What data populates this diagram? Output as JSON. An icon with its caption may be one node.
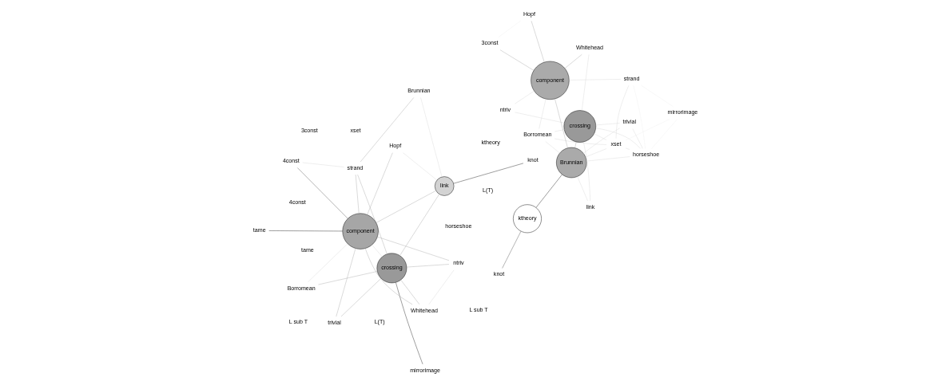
{
  "diagram": {
    "nodes": [
      {
        "text": [
          "L sub T"
        ]
      },
      {
        "text": [
          "ktheory"
        ]
      },
      {
        "text": [
          "4const"
        ]
      },
      {
        "text": [
          "strand"
        ]
      },
      {
        "text": [
          "trivial"
        ]
      },
      {
        "text": [
          "Borromean"
        ]
      },
      {
        "text": [
          "horseshoe"
        ]
      },
      {
        "text": [
          "Brunnian"
        ]
      },
      {
        "text": [
          "mirrorimage"
        ]
      },
      {
        "text": [
          "crossing"
        ]
      },
      {
        "text": [
          "component"
        ]
      },
      {
        "text": [
          "tame"
        ]
      },
      {
        "text": [
          "Whitehead"
        ]
      },
      {
        "text": [
          "Hopf"
        ]
      },
      {
        "text": [
          "link"
        ]
      },
      {
        "text": [
          "L(T)"
        ]
      },
      {
        "text": [
          "ntriv"
        ]
      },
      {
        "text": [
          "knot"
        ]
      },
      {
        "text": [
          "xset"
        ]
      },
      {
        "text": [
          "3const"
        ]
      },
      {
        "text": [
          "Borromean"
        ]
      },
      {
        "text": [
          "horseshoe"
        ]
      },
      {
        "text": [
          "ntriv"
        ]
      },
      {
        "text": [
          "trivial"
        ]
      },
      {
        "text": [
          "xset"
        ]
      },
      {
        "text": [
          "Brunnian"
        ]
      },
      {
        "text": [
          "ktheory"
        ]
      },
      {
        "text": [
          "strand"
        ]
      },
      {
        "text": [
          "crossing"
        ]
      },
      {
        "text": [
          "knot"
        ]
      },
      {
        "text": [
          "link"
        ]
      },
      {
        "text": [
          "component"
        ]
      },
      {
        "text": [
          "mirrorimage"
        ]
      },
      {
        "text": [
          "Whitehead"
        ]
      },
      {
        "text": [
          "3const"
        ]
      },
      {
        "text": [
          "Hopf"
        ]
      },
      {
        "text": [
          "4const"
        ]
      },
      {
        "text": [
          "tame"
        ]
      },
      {
        "text": [
          "L sub T"
        ]
      },
      {
        "text": [
          "L(T)"
        ]
      }
    ],
    "edges": [
      {
        "from": 8,
        "to": 9,
        "arrow": "none",
        "color": "#222222"
      },
      {
        "from": 10,
        "to": 11,
        "arrow": "none",
        "color": "#222222"
      },
      {
        "from": 14,
        "to": 17,
        "arrow": "none",
        "color": "#222222"
      },
      {
        "from": 10,
        "to": 14,
        "arrow": "none"
      },
      {
        "from": 10,
        "to": 13,
        "arrow": "none"
      },
      {
        "from": 14,
        "to": 13,
        "arrow": "none",
        "color": "#d9d9d9"
      },
      {
        "from": 9,
        "to": 14,
        "arrow": "none"
      },
      {
        "from": 9,
        "to": 10,
        "arrow": "none",
        "color": "#d9d9d9"
      },
      {
        "from": 9,
        "to": 12,
        "arrow": "none"
      },
      {
        "from": 9,
        "to": 16,
        "arrow": "none"
      },
      {
        "from": 9,
        "to": 4,
        "arrow": "none"
      },
      {
        "from": 4,
        "to": 10,
        "arrow": "none"
      },
      {
        "from": 3,
        "to": 2,
        "arrow": "none",
        "color": "#d9d9d9"
      },
      {
        "from": 3,
        "to": 7,
        "arrow": "none"
      },
      {
        "from": 3,
        "to": 10,
        "arrow": "none"
      },
      {
        "from": 3,
        "to": 9,
        "arrow": "none"
      },
      {
        "from": 10,
        "to": 2,
        "arrow": "none",
        "color": "#555555"
      },
      {
        "from": 5,
        "to": 9,
        "arrow": "none"
      },
      {
        "from": 5,
        "to": 10,
        "arrow": "none",
        "color": "#d9d9d9"
      },
      {
        "from": 12,
        "to": 10,
        "arrow": "none"
      },
      {
        "from": 12,
        "to": 16,
        "arrow": "none",
        "color": "#d9d9d9"
      },
      {
        "from": 16,
        "to": 10,
        "arrow": "none"
      },
      {
        "from": 7,
        "to": 14,
        "arrow": "none",
        "color": "#d9d9d9"
      },
      {
        "from": 25,
        "to": 26,
        "arrow": "none",
        "color": "#222222"
      },
      {
        "from": 26,
        "to": 29,
        "arrow": "none",
        "color": "#555555"
      },
      {
        "from": 31,
        "to": 34,
        "arrow": "none"
      },
      {
        "from": 31,
        "to": 35,
        "arrow": "none"
      },
      {
        "from": 31,
        "to": 33,
        "arrow": "none"
      },
      {
        "from": 28,
        "to": 33,
        "arrow": "none",
        "color": "#d9d9d9"
      },
      {
        "from": 34,
        "to": 35,
        "arrow": "none",
        "color": "#eeeeee"
      },
      {
        "from": 25,
        "to": 28,
        "arrow": "none"
      },
      {
        "from": 25,
        "to": 31,
        "arrow": "none"
      },
      {
        "from": 25,
        "to": 30,
        "arrow": "none",
        "color": "#d9d9d9"
      },
      {
        "from": 21,
        "to": 24,
        "arrow": "none",
        "color": "#d9d9d9"
      },
      {
        "from": 21,
        "to": 27,
        "arrow": "none",
        "color": "#eeeeee"
      },
      {
        "from": 21,
        "to": 28,
        "arrow": "none",
        "color": "#d9d9d9"
      },
      {
        "from": 21,
        "to": 25,
        "arrow": "none",
        "color": "#d9d9d9"
      },
      {
        "from": 21,
        "to": 23,
        "arrow": "none",
        "color": "#d9d9d9"
      },
      {
        "from": 21,
        "to": 32,
        "arrow": "none",
        "color": "#eeeeee"
      },
      {
        "from": 20,
        "to": 28,
        "arrow": "none",
        "color": "#d9d9d9"
      },
      {
        "from": 20,
        "to": 24,
        "arrow": "none",
        "color": "#d9d9d9"
      },
      {
        "from": 20,
        "to": 25,
        "arrow": "none",
        "color": "#d9d9d9"
      },
      {
        "from": 20,
        "to": 31,
        "arrow": "none",
        "color": "#d9d9d9"
      },
      {
        "from": 22,
        "to": 28,
        "arrow": "none",
        "color": "#d9d9d9"
      },
      {
        "from": 22,
        "to": 31,
        "arrow": "none",
        "color": "#d9d9d9"
      },
      {
        "from": 23,
        "to": 25,
        "arrow": "none",
        "color": "#d9d9d9"
      },
      {
        "from": 23,
        "to": 28,
        "arrow": "none",
        "color": "#d9d9d9"
      },
      {
        "from": 24,
        "to": 25,
        "arrow": "none",
        "color": "#d9d9d9"
      },
      {
        "from": 24,
        "to": 27,
        "arrow": "none",
        "color": "#d9d9d9"
      },
      {
        "from": 24,
        "to": 28,
        "arrow": "none",
        "color": "#d9d9d9"
      },
      {
        "from": 27,
        "to": 31,
        "arrow": "none",
        "color": "#d9d9d9"
      },
      {
        "from": 27,
        "to": 32,
        "arrow": "none",
        "color": "#eeeeee"
      },
      {
        "from": 32,
        "to": 24,
        "arrow": "none",
        "color": "#eeeeee"
      },
      {
        "from": 30,
        "to": 28,
        "arrow": "none",
        "color": "#d9d9d9"
      }
    ]
  }
}
